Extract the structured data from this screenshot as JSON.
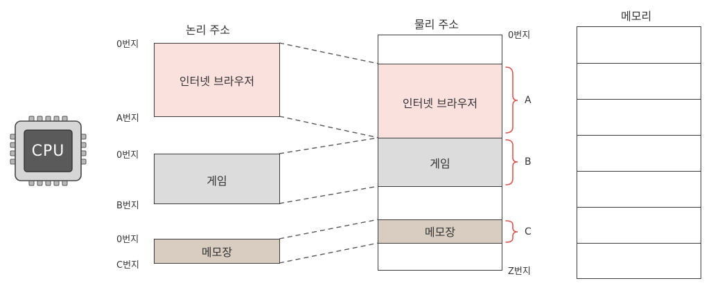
{
  "cpu": {
    "label": "CPU"
  },
  "logical": {
    "title": "논리 주소",
    "blocks": [
      {
        "label": "인터넷 브라우저",
        "start": "0번지",
        "end": "A번지",
        "color": "#fbe1de"
      },
      {
        "label": "게임",
        "start": "0번지",
        "end": "B번지",
        "color": "#dcdcdc"
      },
      {
        "label": "메모장",
        "start": "0번지",
        "end": "C번지",
        "color": "#d9cdc2"
      }
    ]
  },
  "physical": {
    "title": "물리 주소",
    "start": "0번지",
    "end": "Z번지",
    "blocks": [
      {
        "label": "인터넷 브라우저",
        "color": "#fbe1de",
        "brace": "A"
      },
      {
        "label": "게임",
        "color": "#dcdcdc",
        "brace": "B"
      },
      {
        "label": "메모장",
        "color": "#d9cdc2",
        "brace": "C"
      }
    ]
  },
  "memory": {
    "title": "메모리",
    "rows": 7
  },
  "colors": {
    "stroke": "#3a3a3a",
    "brace": "#d9534f",
    "dash": "#555555"
  }
}
